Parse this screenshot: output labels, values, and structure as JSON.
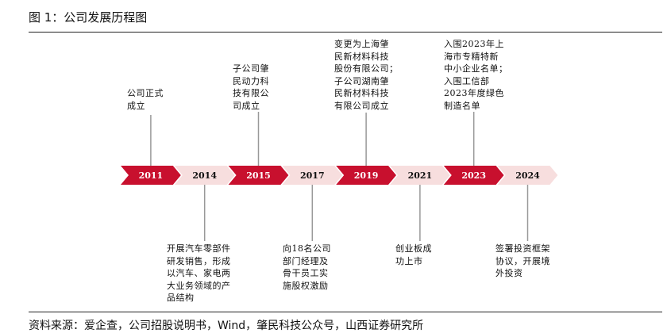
{
  "figure_title": "图 1：公司发展历程图",
  "timeline": {
    "years": [
      "2011",
      "2014",
      "2015",
      "2017",
      "2019",
      "2021",
      "2023",
      "2024"
    ],
    "colors": {
      "dark": "#c8102e",
      "light": "#f7dede",
      "dark_text": "#ffffff",
      "light_text": "#111111",
      "connector": "#999999"
    }
  },
  "events": {
    "e2011": {
      "lines": [
        "公司正式",
        "成立"
      ]
    },
    "e2014": {
      "lines": [
        "开展汽车零部件",
        "研发销售，形成",
        "以汽车、家电两",
        "大业务领域的产",
        "品结构"
      ]
    },
    "e2015": {
      "lines": [
        "子公司肇",
        "民动力科",
        "技有限公",
        "司成立"
      ]
    },
    "e2017": {
      "lines": [
        "向18名公司",
        "部门经理及",
        "骨干员工实",
        "施股权激励"
      ]
    },
    "e2019": {
      "lines": [
        "变更为上海肇",
        "民新材料科技",
        "股份有限公司；",
        "子公司湖南肇",
        "民新材料科技",
        "有限公司成立"
      ]
    },
    "e2021": {
      "lines": [
        "创业板成",
        "功上市"
      ]
    },
    "e2023": {
      "lines": [
        "入围2023年上",
        "海市专精特新",
        "中小企业名单；",
        "入围工信部",
        "2023年度绿色",
        "制造名单"
      ]
    },
    "e2024": {
      "lines": [
        "签署投资框架",
        "协议，开展境",
        "外投资"
      ]
    }
  },
  "source_note": "资料来源：爱企查，公司招股说明书，Wind，肇民科技公众号，山西证券研究所"
}
